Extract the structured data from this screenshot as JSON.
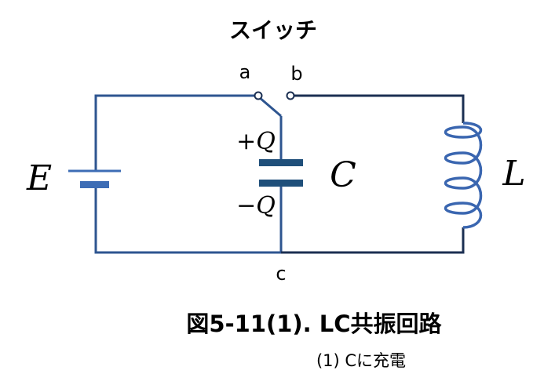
{
  "switch_title": "スイッチ",
  "terminals": {
    "a": "a",
    "b": "b",
    "c": "c"
  },
  "source_label": "E",
  "capacitor_label": "C",
  "charge_top": "+Q",
  "charge_bottom": "−Q",
  "inductor_label": "L",
  "caption": "図5-11(1). LC共振回路",
  "subcaption": "(1) Cに充電",
  "colors": {
    "wire_left": "#2e5590",
    "wire_right": "#1b2f52",
    "capacitor": "#1f4f7a",
    "battery": "#3d6db5",
    "coil": "#3a66b0",
    "text": "#000000"
  }
}
